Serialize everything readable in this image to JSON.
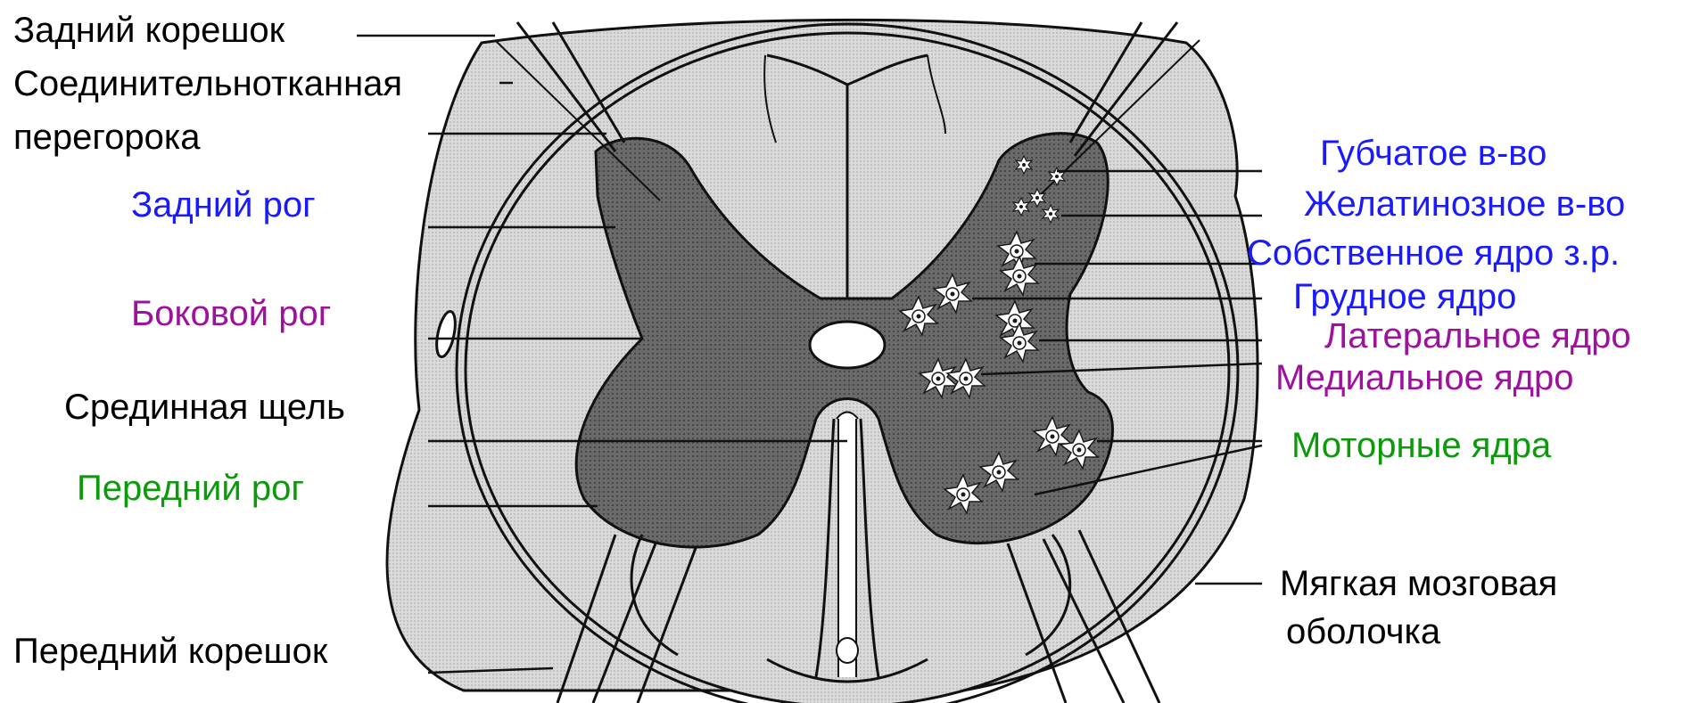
{
  "labels": {
    "dorsal_root": "Задний корешок",
    "septum_line1": "Соединительнотканная",
    "septum_line2": "перегорока",
    "dorsal_horn": "Задний рог",
    "lateral_horn": "Боковой рог",
    "median_fissure": "Срединная щель",
    "ventral_horn": "Передний рог",
    "ventral_root": "Передний корешок",
    "spongy": "Губчатое в-во",
    "gelatinous": "Желатинозное в-во",
    "proper_nucleus": "Собственное ядро з.р.",
    "thoracic_nucleus": "Грудное ядро",
    "lateral_nucleus": "Латеральное ядро",
    "medial_nucleus": "Медиальное ядро",
    "motor_nuclei": "Моторные ядра",
    "pia_line1": "Мягкая мозговая",
    "pia_line2": "оболочка"
  },
  "colors": {
    "black": "#000000",
    "blue": "#1a1aff",
    "purple": "#a0109f",
    "green": "#0a9a0a",
    "white_matter": "#d8d8d8",
    "gray_matter": "#676767",
    "pia": "#bcbcbc"
  }
}
